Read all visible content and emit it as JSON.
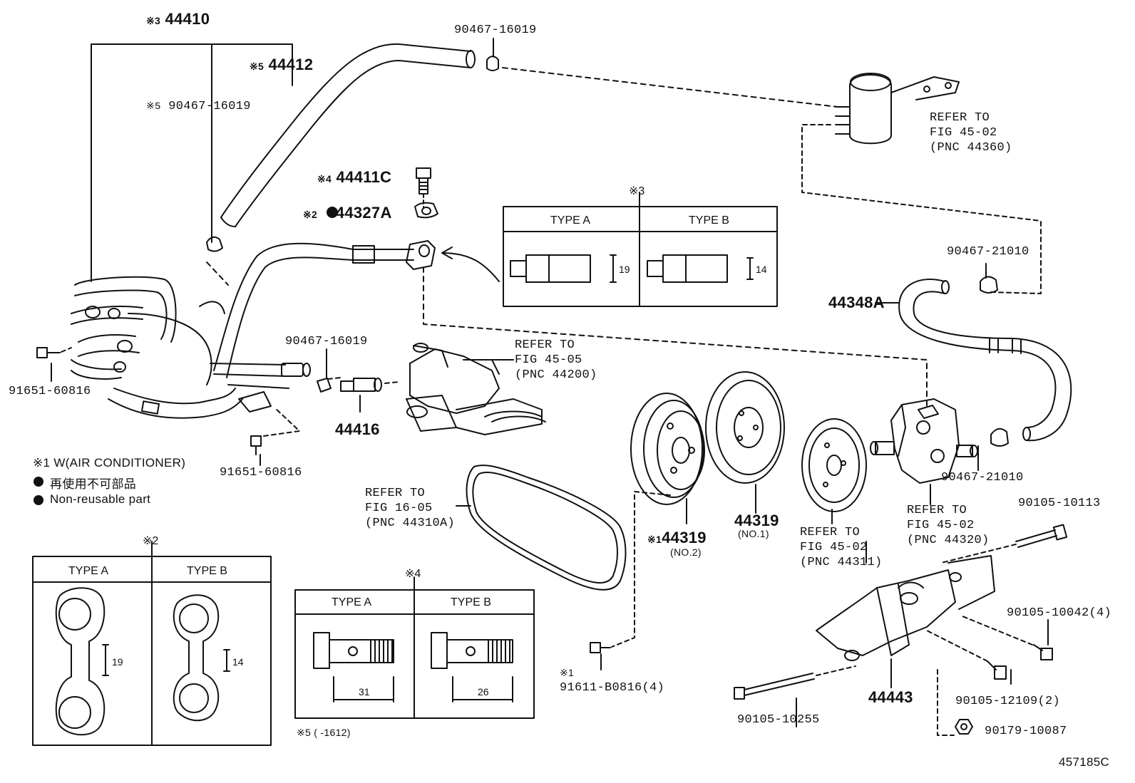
{
  "parts": {
    "p44410": {
      "mark": "※3",
      "num": "44410"
    },
    "p44412": {
      "mark": "※5",
      "num": "44412"
    },
    "p90467_top": "90467-16019",
    "p90467_left": {
      "mark": "※5",
      "num": "90467-16019"
    },
    "p44411c": {
      "mark": "※4",
      "num": "44411C"
    },
    "p44327a": {
      "mark": "※2",
      "num": "44327A"
    },
    "p90467_mid": "90467-16019",
    "p44416": "44416",
    "p91651_a": "91651-60816",
    "p91651_b": "91651-60816",
    "p44348a": "44348A",
    "p90467_21010_a": "90467-21010",
    "p90467_21010_b": "90467-21010",
    "p44319_no2": {
      "mark": "※1",
      "num": "44319",
      "sub": "(NO.2)"
    },
    "p44319_no1": {
      "num": "44319",
      "sub": "(NO.1)"
    },
    "p90105_10113": "90105-10113",
    "p90105_10042": "90105-10042(4)",
    "p90105_12109": "90105-12109(2)",
    "p90105_10255": "90105-10255",
    "p90179_10087": "90179-10087",
    "p44443": "44443",
    "p91611": {
      "mark": "※1",
      "num": "91611-B0816(4)"
    }
  },
  "refs": {
    "r45_02_top": [
      "REFER TO",
      "FIG 45-02",
      "(PNC 44360)"
    ],
    "r45_05": [
      "REFER TO",
      "FIG 45-05",
      "(PNC 44200)"
    ],
    "r16_05": [
      "REFER TO",
      "FIG 16-05",
      "(PNC 44310A)"
    ],
    "r45_02_44311": [
      "REFER TO",
      "FIG 45-02",
      "(PNC 44311)"
    ],
    "r45_02_44320": [
      "REFER TO",
      "FIG 45-02",
      "(PNC 44320)"
    ]
  },
  "legend": {
    "note1": "※1 W(AIR CONDITIONER)",
    "jp": "再使用不可部品",
    "en": "Non-reusable part"
  },
  "table3": {
    "mark": "※3",
    "type_a": "TYPE A",
    "type_b": "TYPE B",
    "dim_a": "19",
    "dim_b": "14"
  },
  "table2": {
    "mark": "※2",
    "type_a": "TYPE A",
    "type_b": "TYPE B",
    "dim_a": "19",
    "dim_b": "14"
  },
  "table4": {
    "mark": "※4",
    "type_a": "TYPE A",
    "type_b": "TYPE B",
    "dim_a": "31",
    "dim_b": "26"
  },
  "footnote5": "※5 (      -1612)",
  "figure_id": "457185C"
}
